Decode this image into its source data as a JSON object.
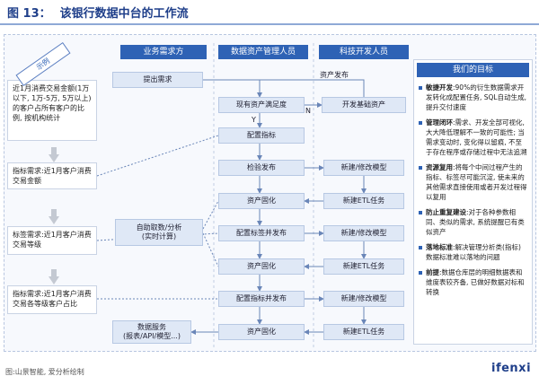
{
  "header": {
    "figure_no": "图 13：",
    "title": "该银行数据中台的工作流"
  },
  "lanes": [
    "业务需求方",
    "数据资产管理人员",
    "科技开发人员"
  ],
  "example_tag": "示例",
  "left_boxes": [
    "近1月消费交易金额(1万以下, 1万-5万, 5万以上)的客户占所有客户的比例, 按机构统计",
    "指标需求:近1月客户消费交易金额",
    "标签需求:近1月客户消费交易等级",
    "指标需求:近1月客户消费交易各等级客户占比"
  ],
  "biz_steps": [
    "提出需求",
    "自助取数/分析\n(实时计算)",
    "数据服务\n(报表/API/模型...)"
  ],
  "mgmt_steps": [
    "现有资产满足度",
    "配置指标",
    "检验发布",
    "资产固化",
    "配置标签并发布",
    "资产固化",
    "配置指标并发布",
    "资产固化"
  ],
  "dev_steps": [
    "开发基础资产",
    "新建/修改模型",
    "新建ETL任务",
    "新建/修改模型",
    "新建ETL任务",
    "新建/修改模型",
    "新建ETL任务"
  ],
  "flow_labels": {
    "asset_publish": "资产发布",
    "yes": "Y",
    "no": "N"
  },
  "goals": {
    "title": "我们的目标",
    "items": [
      {
        "key": "敏捷开发",
        "text": ":90%的衍生数据需求开发转化成配置任务, SQL自动生成, 提升交付速度"
      },
      {
        "key": "管理闭环",
        "text": ":需求、开发全部可视化, 大大降低理解不一致的可能性; 当需求变动时, 变化得以留痕, 不至于存在程序或存储过程中无法追溯"
      },
      {
        "key": "资源复用",
        "text": ":将每个中间过程产生的指标、标签尽可能沉淀, 使未来的其他需求直接使用或者开发过程得以复用"
      },
      {
        "key": "防止重复建设",
        "text": ":对于各种参数相同、类似的需求, 系统提醒已有类似资产"
      },
      {
        "key": "落地标准",
        "text": ":解决管理分析类(指标)数据标准难以落地的问题"
      },
      {
        "key": "前提",
        "text": ":数据仓库层的明细数据表和维度表较齐备, 已做好数据对标和转换"
      }
    ]
  },
  "footer": {
    "source": "图:山景智能, 爱分析绘制",
    "brand": "ifenxi"
  },
  "colors": {
    "accent": "#2e62b5",
    "step_fill": "#dfe8f6",
    "title": "#1f3f8a"
  }
}
